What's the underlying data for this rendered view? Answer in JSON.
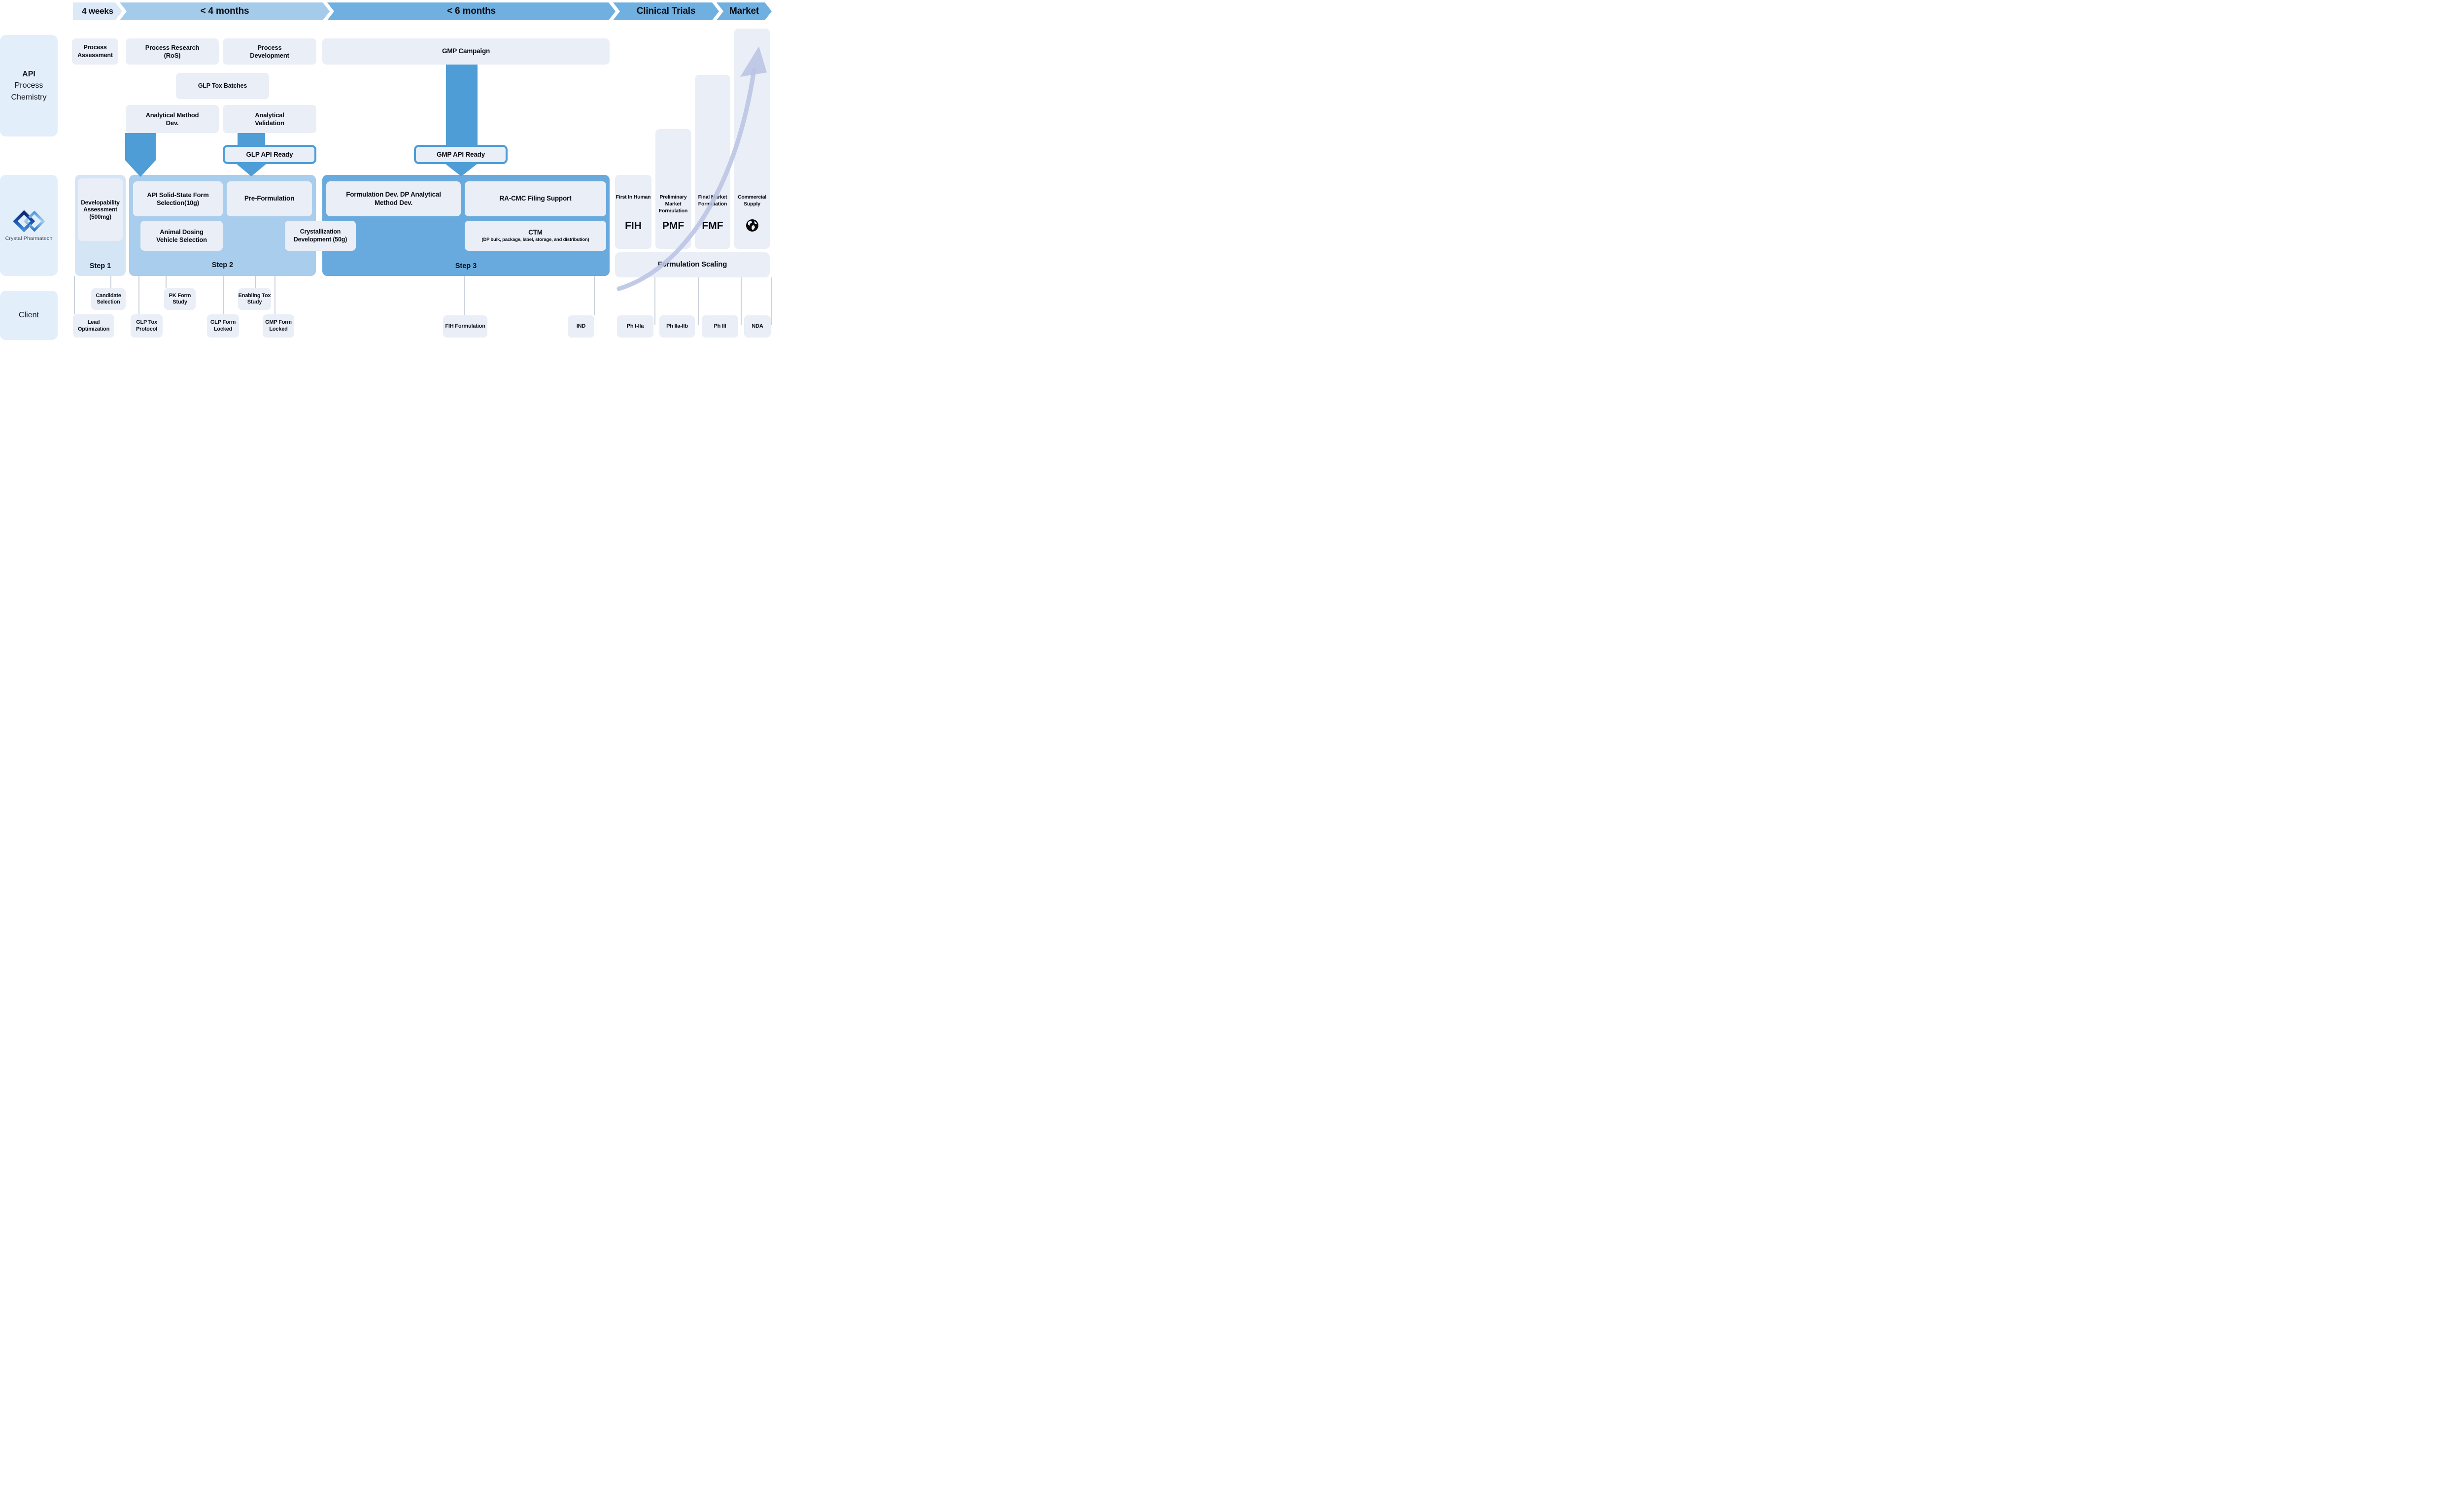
{
  "colors": {
    "timeline_light": "#dce9f6",
    "timeline_medium": "#a5cbea",
    "timeline_dark": "#6fb0e0",
    "process_box_fill": "#e9eef7",
    "lane_fill": "#e3eefb",
    "step1_fill": "#d4e5f6",
    "step2_fill": "#a9cdec",
    "step3_fill": "#68aadd",
    "arrow_blue": "#4e9dd6",
    "pill_border": "#4e9dd6",
    "column_fill": "#eaeef6",
    "growth_arrow": "#b9c4e3",
    "connector_line": "#c9d0db",
    "text": "#0b0d15",
    "logo_navy": "#123a8c",
    "logo_light_blue": "#6ab1e0",
    "logo_text": "#47474c"
  },
  "timeline": {
    "phases": [
      {
        "label": "4 weeks"
      },
      {
        "label": "< 4 months"
      },
      {
        "label": "< 6 months"
      },
      {
        "label": "Clinical Trials"
      },
      {
        "label": "Market"
      }
    ]
  },
  "lanes": {
    "api_lane": {
      "line1": "API",
      "line2": "Process",
      "line3": "Chemistry"
    },
    "company_lane": {
      "name": "Crystal Pharmatech"
    },
    "client_lane": {
      "label": "Client"
    }
  },
  "api_row": {
    "process_assessment": "Process Assessment",
    "process_research": "Process Research (RoS)",
    "process_development": "Process Development",
    "gmp_campaign": "GMP Campaign",
    "glp_tox_batches": "GLP Tox Batches",
    "analytical_method_dev": "Analytical Method Dev.",
    "analytical_validation": "Analytical Validation"
  },
  "milestones": {
    "glp_api_ready": "GLP API Ready",
    "gmp_api_ready": "GMP API Ready"
  },
  "steps": {
    "step1": {
      "box": "Developability Assessment (500mg)",
      "label": "Step 1"
    },
    "step2": {
      "boxes": [
        "API Solid-State Form Selection(10g)",
        "Pre-Formulation",
        "Animal Dosing Vehicle Selection"
      ],
      "label": "Step 2"
    },
    "crystallization": "Crystallization Development (50g)",
    "step3": {
      "boxes": [
        "Formulation Dev. DP Analytical Method Dev.",
        "RA-CMC Filing Support"
      ],
      "ctm_title": "CTM",
      "ctm_subtitle": "(DP bulk, package, label, storage, and distribution)",
      "label": "Step 3"
    }
  },
  "clinical_columns": [
    {
      "title": "First In Human",
      "abbr": "FIH"
    },
    {
      "title": "Preliminary Market Formulation",
      "abbr": "PMF"
    },
    {
      "title": "Final Market Formulation",
      "abbr": "FMF"
    },
    {
      "title": "Commercial Supply",
      "abbr": ""
    }
  ],
  "formulation_scaling": "Formulation Scaling",
  "client_milestones": {
    "row_upper": [
      "Candidate Selection",
      "PK Form Study",
      "Enabling Tox Study"
    ],
    "row_lower": [
      "Lead Optimization",
      "GLP Tox Protocol",
      "GLP Form Locked",
      "GMP Form Locked",
      "FIH Formulation",
      "IND",
      "Ph I-IIa",
      "Ph IIa-IIb",
      "Ph III",
      "NDA"
    ]
  }
}
